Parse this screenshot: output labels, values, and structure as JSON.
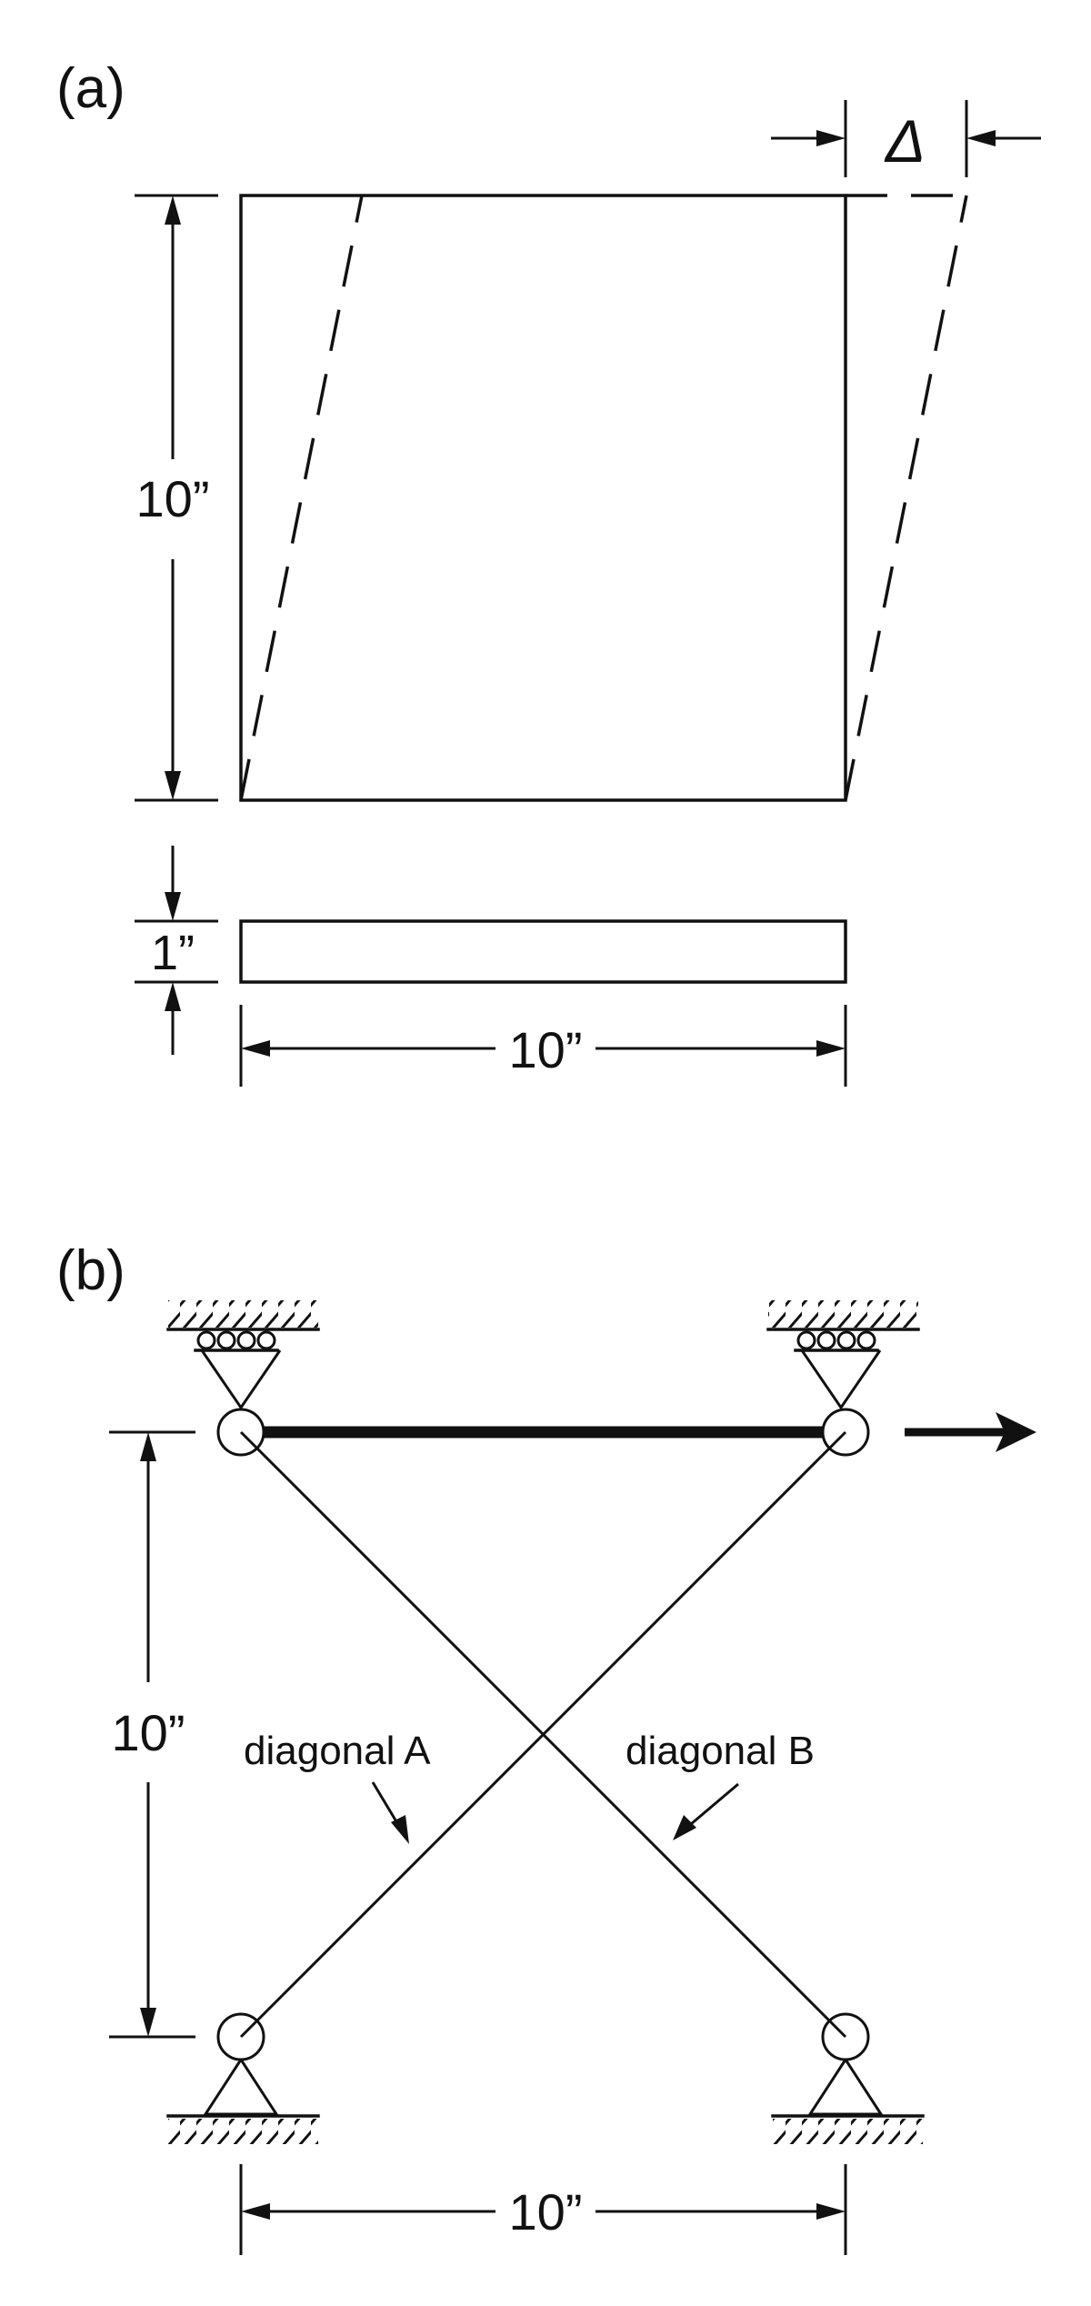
{
  "panel_a": {
    "label": "(a)",
    "height_dim": "10”",
    "thickness_dim": "1”",
    "width_dim": "10”",
    "displacement_symbol": "Δ"
  },
  "panel_b": {
    "label": "(b)",
    "height_dim": "10”",
    "width_dim": "10”",
    "diagonal_a": "diagonal A",
    "diagonal_b": "diagonal B"
  }
}
